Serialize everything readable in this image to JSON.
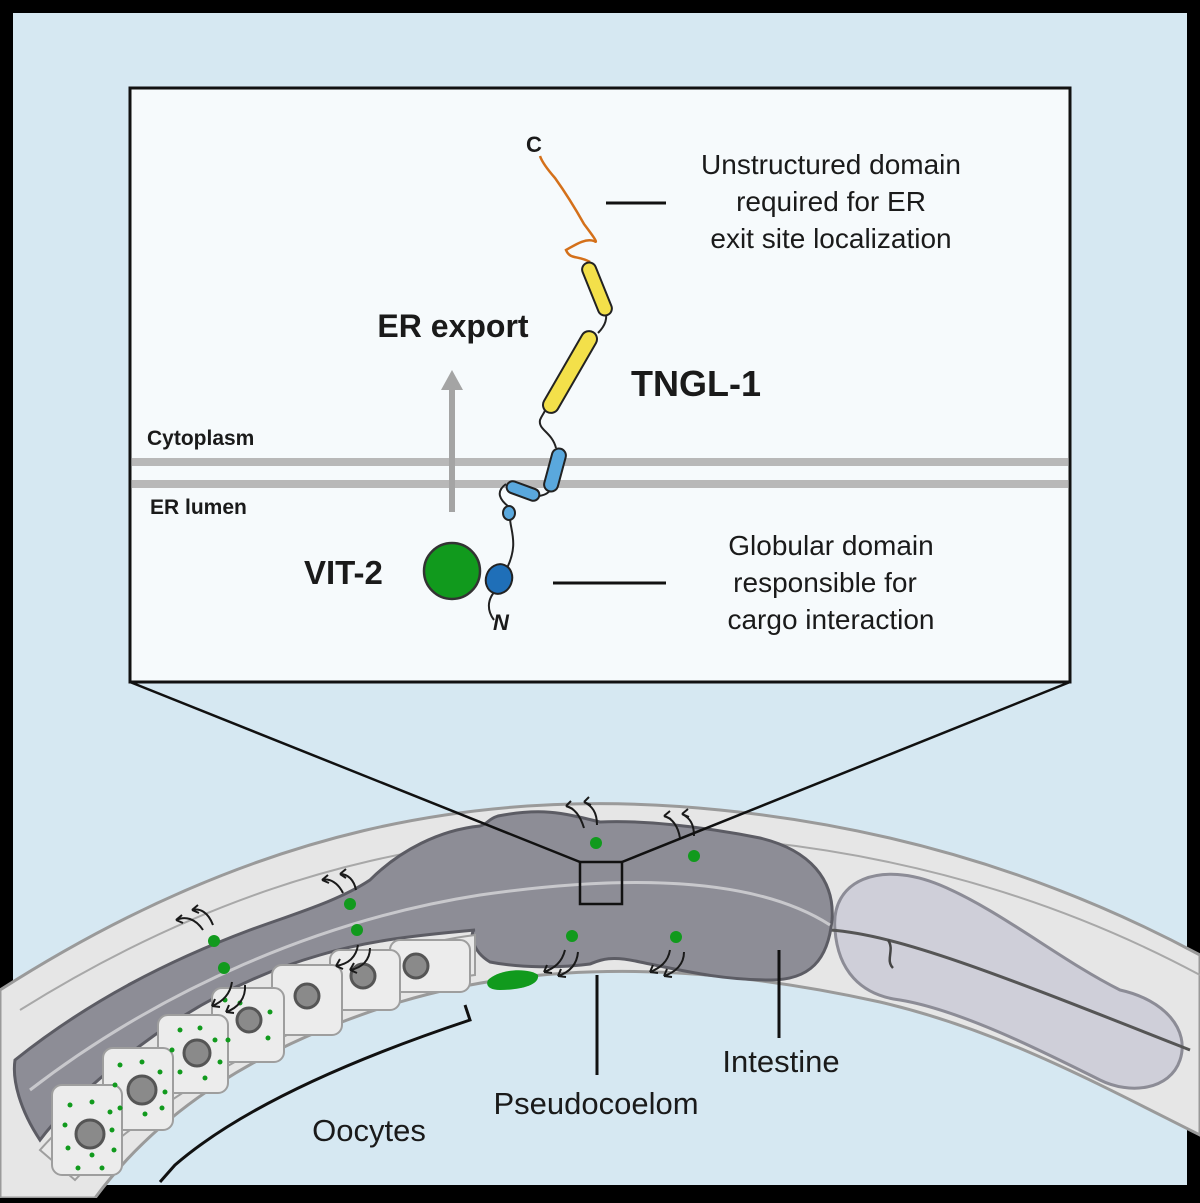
{
  "inset": {
    "terminal_c": "C",
    "terminal_n": "N",
    "er_export": "ER export",
    "protein_name": "TNGL-1",
    "cargo_name": "VIT-2",
    "cytoplasm": "Cytoplasm",
    "er_lumen": "ER lumen",
    "unstructured_domain": [
      "Unstructured domain",
      "required for ER",
      "exit site localization"
    ],
    "globular_domain": [
      "Globular domain",
      "responsible for",
      "cargo interaction"
    ]
  },
  "worm": {
    "oocytes": "Oocytes",
    "pseudocoelom": "Pseudocoelom",
    "intestine": "Intestine"
  },
  "colors": {
    "background": "#d6e8f2",
    "frame": "#000000",
    "inset_fill": "#f6fafc",
    "membrane": "#b8b8b8",
    "coiled_coil": "#f3e04a",
    "transmembrane": "#5aa8dd",
    "globular": "#1f6fb8",
    "cargo": "#119a1d",
    "tail": "#d4701a",
    "intestine": "#8d8d96",
    "worm_body": "#e6e6e6",
    "pharynx": "#cfcfd9"
  }
}
